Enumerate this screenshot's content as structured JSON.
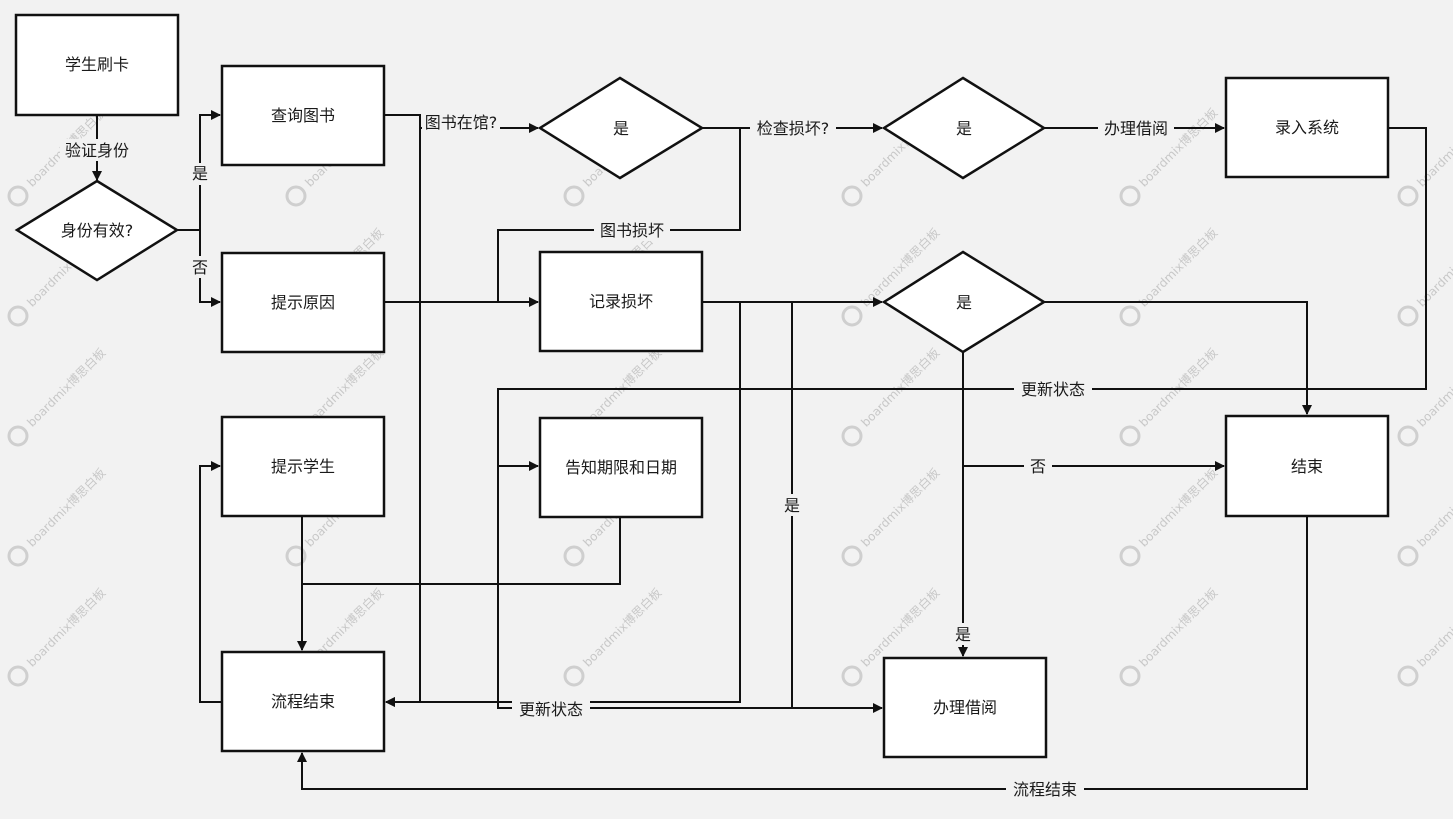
{
  "nodes": {
    "swipe_card": "学生刷卡",
    "identity_valid": "身份有效?",
    "query_book": "查询图书",
    "show_reason": "提示原因",
    "in_library_yes": "是",
    "check_damage_yes": "是",
    "record_system": "录入系统",
    "record_damage": "记录损坏",
    "damage_yes": "是",
    "prompt_student": "提示学生",
    "inform_period": "告知期限和日期",
    "end": "结束",
    "process_end": "流程结束",
    "do_borrow": "办理借阅"
  },
  "edge_labels": {
    "verify_identity": "验证身份",
    "yes_top": "是",
    "no_side": "否",
    "book_in_library": "图书在馆?",
    "check_damage": "检查损坏?",
    "borrow": "办理借阅",
    "book_damaged": "图书损坏",
    "update_status_top": "更新状态",
    "no_middle": "否",
    "yes_middle": "是",
    "yes_bottom": "是",
    "update_status_bottom": "更新状态",
    "process_end_bottom": "流程结束"
  },
  "watermark": "boardmix博思白板"
}
